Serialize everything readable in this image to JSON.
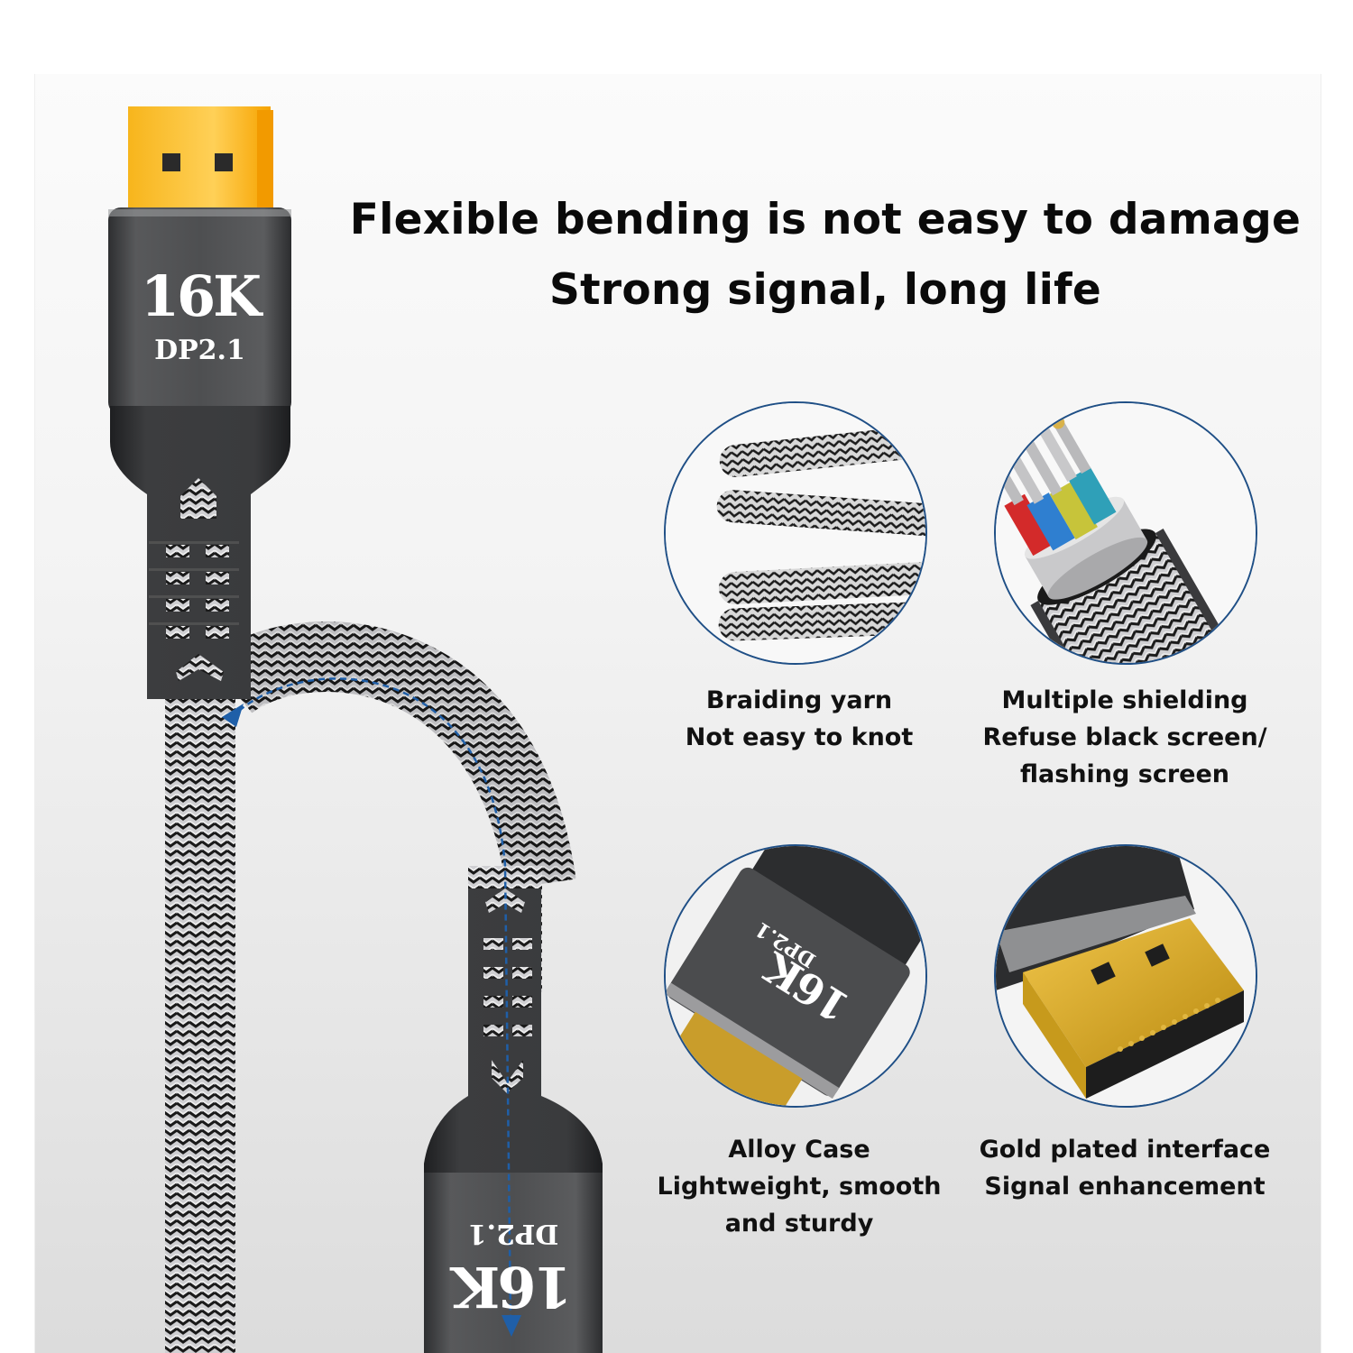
{
  "headline": {
    "line1": "Flexible bending is not easy to damage",
    "line2": "Strong signal, long life"
  },
  "connector_top": {
    "label_big": "16K",
    "label_small": "DP2.1"
  },
  "connector_bottom": {
    "label_big": "16K",
    "label_small": "DP2.1"
  },
  "features": [
    {
      "title": "Braiding yarn",
      "lines": [
        "Braiding yarn",
        "Not easy to knot"
      ],
      "image": "braided-cable-coils"
    },
    {
      "title": "Multiple shielding",
      "lines": [
        "Multiple shielding",
        "Refuse black screen/",
        "flashing screen"
      ],
      "image": "cable-cross-section-colored-wires"
    },
    {
      "title": "Alloy Case",
      "lines": [
        "Alloy Case",
        "Lightweight, smooth",
        "and sturdy"
      ],
      "image": "alloy-connector-housing-16k-dp2.1"
    },
    {
      "title": "Gold plated interface",
      "lines": [
        "Gold plated interface",
        "Signal enhancement"
      ],
      "image": "gold-plated-dp-plug"
    }
  ],
  "colors": {
    "accent_blue": "#1f5fa8",
    "circle_border": "#1f4f86",
    "gold": "#f6b81e",
    "housing": "#4a4b4d",
    "housing_dark": "#2b2c2e",
    "background_bottom": "#dcdcdc"
  }
}
